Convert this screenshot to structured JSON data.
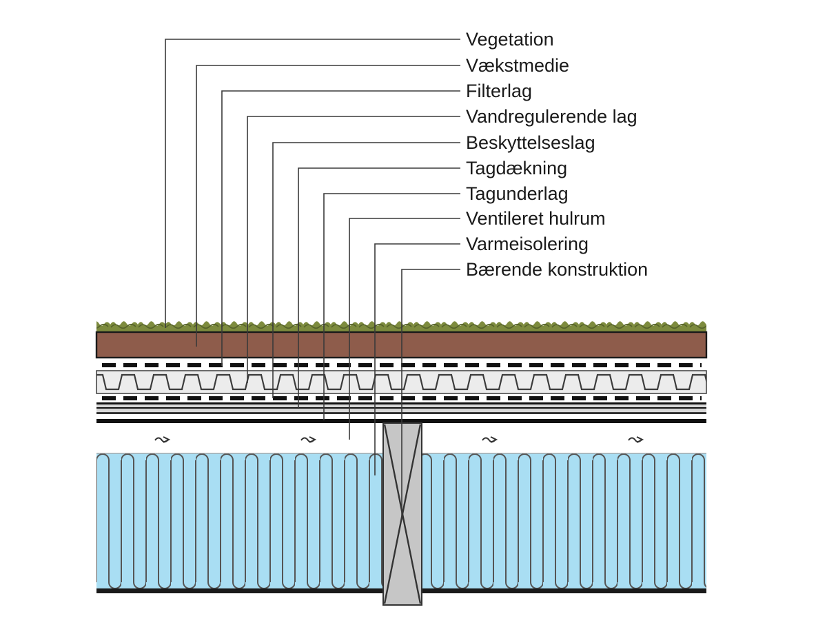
{
  "diagram": {
    "type": "cross-section",
    "subject": "Green roof construction build-up (grønt tag, opbygning)",
    "labels": [
      "Vegetation",
      "Vækstmedie",
      "Filterlag",
      "Vandregulerende lag",
      "Beskyttelseslag",
      "Tagdækning",
      "Tagunderlag",
      "Ventileret hulrum",
      "Varmeisolering",
      "Bærende konstruktion"
    ],
    "colors": {
      "vegetation_green": "#7d8b3e",
      "vegetation_dark": "#55622a",
      "growth_medium_brown": "#8e5c4b",
      "insulation_blue": "#a9def3",
      "insulation_loop_gray": "#555555",
      "beam_gray": "#c6c6c6",
      "corrugation_bg": "#ececec",
      "membrane_gray": "#d7d7d7",
      "line_black": "#1a1a1a",
      "background": "#ffffff"
    }
  }
}
